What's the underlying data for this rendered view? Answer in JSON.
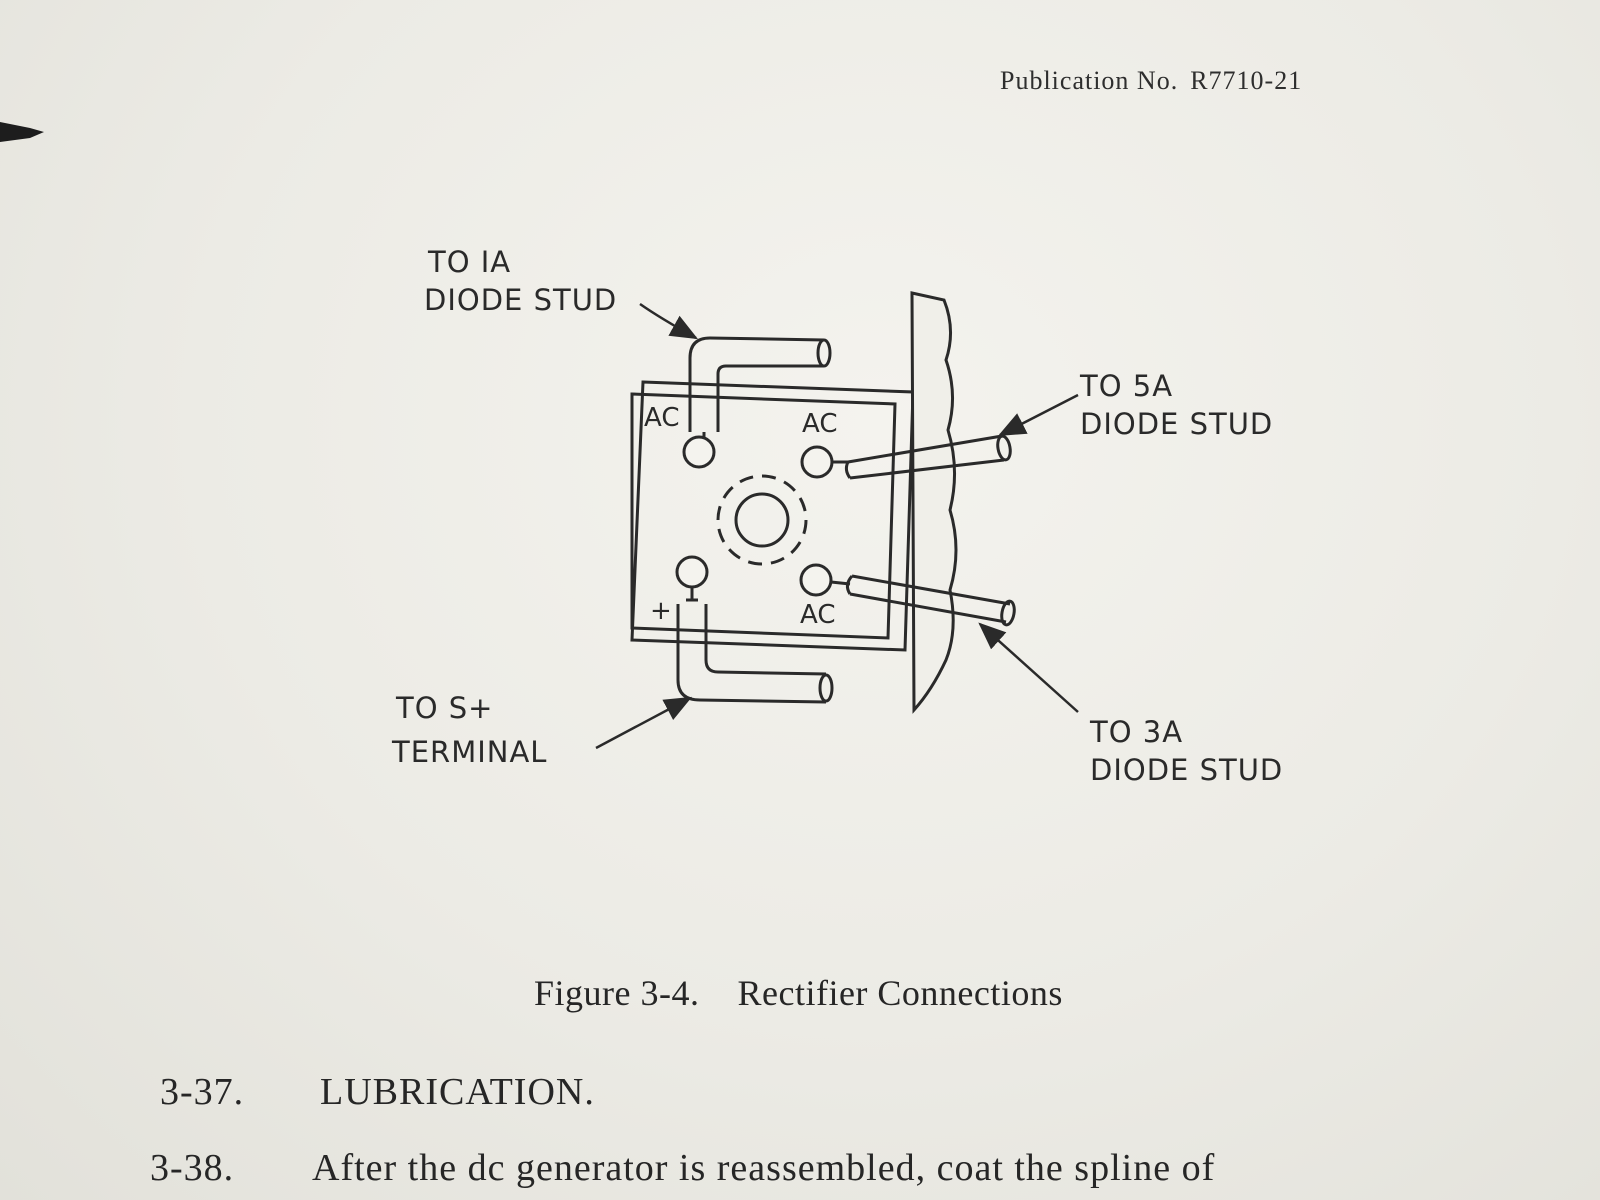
{
  "header": {
    "publication_label": "Publication No.",
    "publication_number": "R7710-21"
  },
  "figure": {
    "labels": {
      "to_1a_line1": "TO IA",
      "to_1a_line2": "DIODE STUD",
      "to_5a_line1": "TO 5A",
      "to_5a_line2": "DIODE STUD",
      "to_3a_line1": "TO 3A",
      "to_3a_line2": "DIODE STUD",
      "to_s_line1": "TO S+",
      "to_s_line2": "TERMINAL"
    },
    "terminal_marks": {
      "ac_top_left": "AC",
      "ac_top_right": "AC",
      "ac_bottom_right": "AC",
      "plus": "+"
    },
    "caption_number": "Figure 3-4.",
    "caption_title": "Rectifier Connections"
  },
  "sections": [
    {
      "number": "3-37.",
      "text": "LUBRICATION."
    },
    {
      "number": "3-38.",
      "text": "After the dc generator is reassembled, coat the spline of"
    }
  ]
}
